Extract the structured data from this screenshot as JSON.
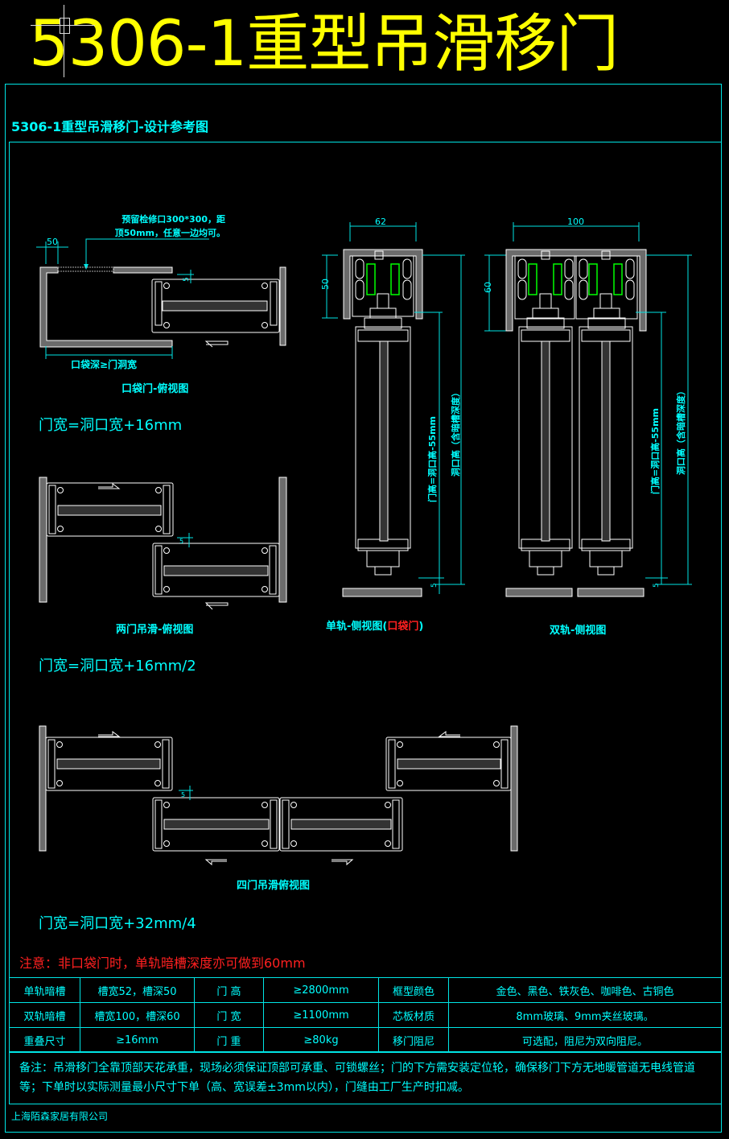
{
  "header": {
    "title": "5306-1重型吊滑移门",
    "subtitle": "5306-1重型吊滑移门-设计参考图"
  },
  "colors": {
    "background": "#000000",
    "title": "#ffff00",
    "annotation": "#00ffff",
    "outline": "#ffffff",
    "wall_fill": "#6b6b6b",
    "roller": "#00ff00",
    "warning": "#ff2020"
  },
  "pocket_door_top_view": {
    "note_line1": "预留检修口300*300，距",
    "note_line2": "顶50mm，任意一边均可。",
    "dim_50": "50",
    "dim_gap": "5",
    "dim_depth": "口袋深≥门洞宽",
    "caption": "口袋门-俯视图",
    "formula": "门宽=洞口宽+16mm",
    "arrow_icon": "arrow-left-icon"
  },
  "two_door_top_view": {
    "dim_gap": "5",
    "caption": "两门吊滑-俯视图",
    "formula": "门宽=洞口宽+16mm/2"
  },
  "four_door_top_view": {
    "dim_gap": "5",
    "caption": "四门吊滑俯视图",
    "formula": "门宽=洞口宽+32mm/4"
  },
  "single_rail_side_view": {
    "dim_width": "62",
    "dim_height": "50",
    "dim_bottom": "5",
    "dim_door_height": "门高=洞口高-55mm",
    "dim_opening_height": "洞口高（含暗槽深度）",
    "caption_main": "单轨-侧视图(",
    "caption_red": "口袋门",
    "caption_end": ")"
  },
  "double_rail_side_view": {
    "dim_width": "100",
    "dim_height": "60",
    "dim_bottom": "5",
    "dim_door_height": "门高=洞口高-55mm",
    "dim_opening_height": "洞口高（含暗槽深度）",
    "caption": "双轨-侧视图"
  },
  "warning_note": "注意：非口袋门时，单轨暗槽深度亦可做到60mm",
  "spec_table": {
    "rows": [
      [
        "单轨暗槽",
        "槽宽52，槽深50",
        "门  高",
        "≥2800mm",
        "框型颜色",
        "金色、黑色、铁灰色、咖啡色、古铜色"
      ],
      [
        "双轨暗槽",
        "槽宽100，槽深60",
        "门  宽",
        "≥1100mm",
        "芯板材质",
        "8mm玻璃、9mm夹丝玻璃。"
      ],
      [
        "重叠尺寸",
        "≥16mm",
        "门  重",
        "≥80kg",
        "移门阻尼",
        "可选配，阻尼为双向阻尼。"
      ]
    ]
  },
  "remark": "备注：吊滑移门全靠顶部天花承重，现场必须保证顶部可承重、可锁螺丝；门的下方需安装定位轮，确保移门下方无地暖管道无电线管道等；下单时以实际测量最小尺寸下单（高、宽误差±3mm以内），门缝由工厂生产时扣减。",
  "company": "上海陌森家居有限公司"
}
